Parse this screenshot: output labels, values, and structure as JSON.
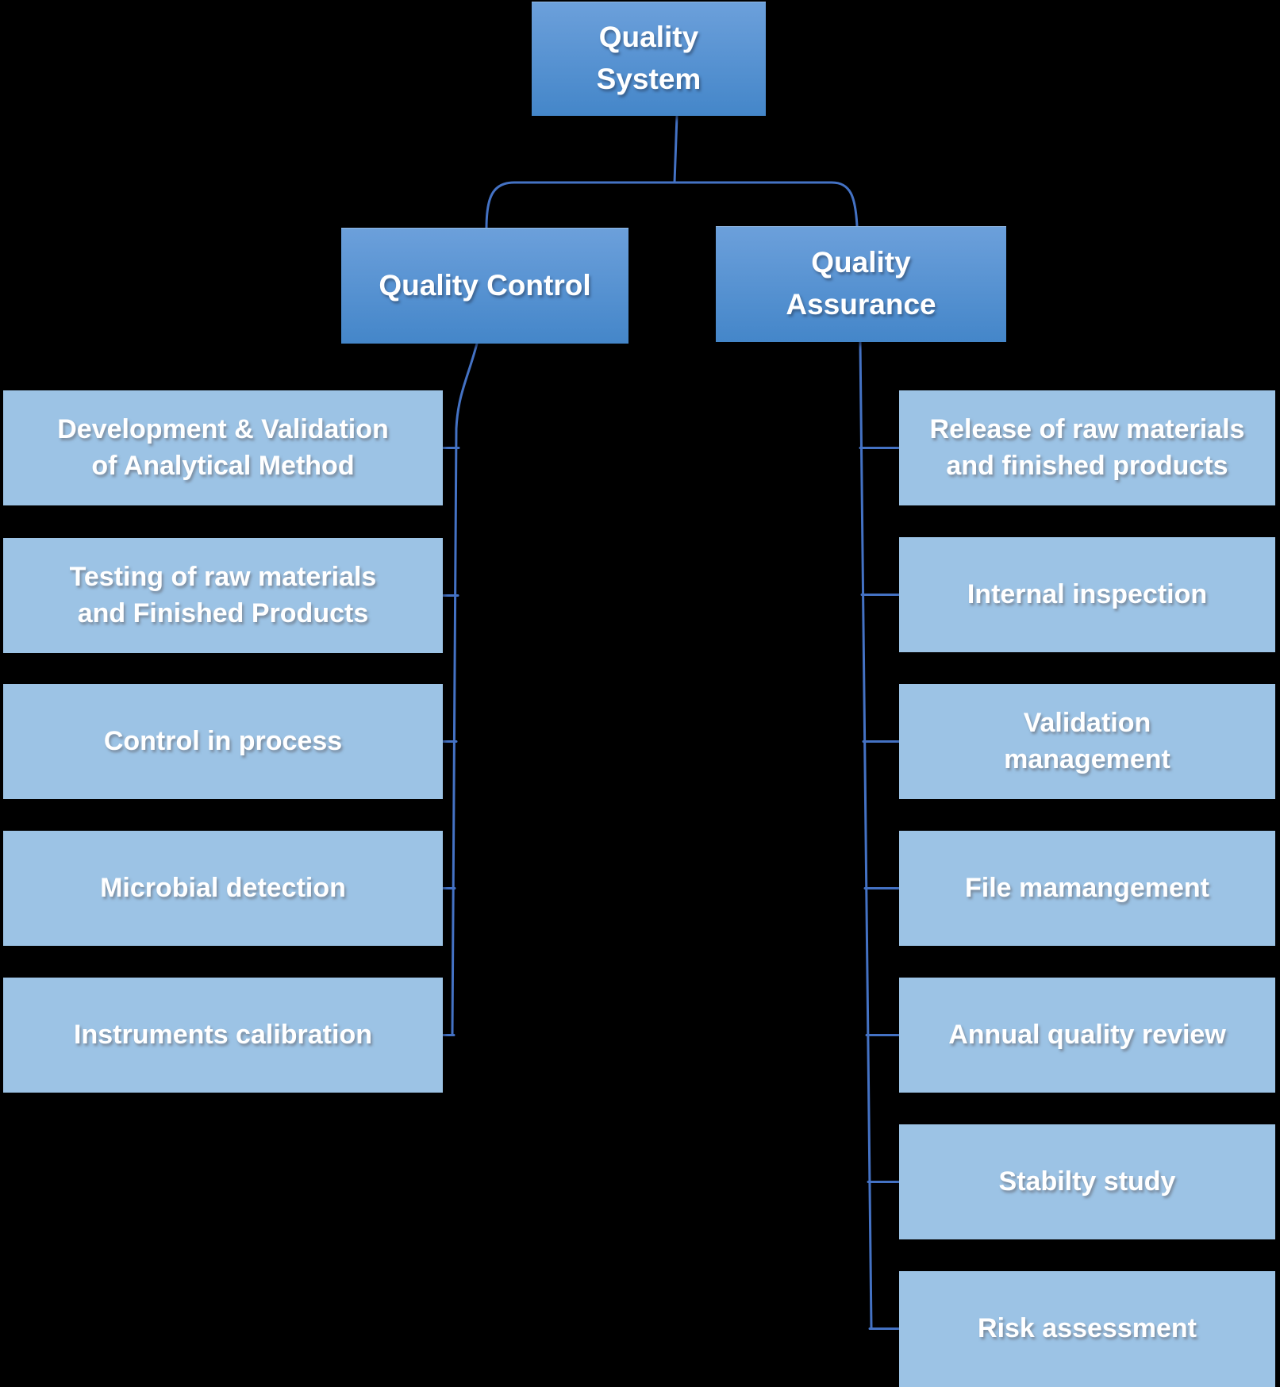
{
  "colors": {
    "background": "#000000",
    "parent_gradient_top": "#6CA0DB",
    "parent_gradient_bottom": "#4486C9",
    "child_fill": "#9CC3E5",
    "connector_line": "#4472C4",
    "text": "#FFFFFF"
  },
  "root": {
    "label": "Quality\nSystem"
  },
  "branches": [
    {
      "label": "Quality Control",
      "children": [
        "Development & Validation\nof Analytical Method",
        "Testing of raw materials\nand Finished Products",
        "Control in process",
        "Microbial detection",
        "Instruments calibration"
      ]
    },
    {
      "label": "Quality\nAssurance",
      "children": [
        "Release of raw materials\nand finished products",
        "Internal inspection",
        "Validation\nmanagement",
        "File mamangement",
        "Annual quality review",
        "Stabilty study",
        "Risk assessment"
      ]
    }
  ]
}
